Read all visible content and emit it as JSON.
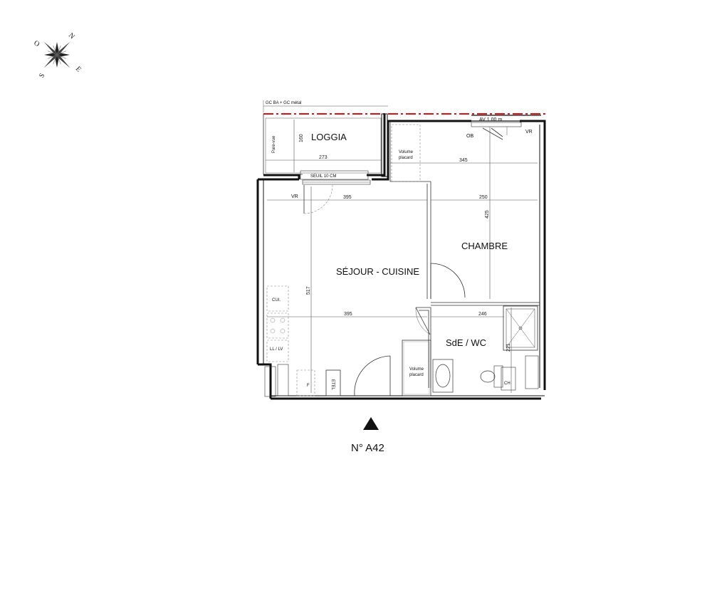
{
  "compass": {
    "n": "N",
    "e": "E",
    "s": "S",
    "o": "O"
  },
  "header_note": "GC BA + GC métal",
  "rooms": {
    "loggia": "LOGGIA",
    "sejour": "SÉJOUR - CUISINE",
    "chambre": "CHAMBRE",
    "sde": "SdE / WC"
  },
  "labels": {
    "pare_vue": "Pare-vue",
    "seuil": "SEUIL 10 CM",
    "av": "AV 1.00 m",
    "ob": "OB",
    "vr_chambre": "VR",
    "vr_sejour": "VR",
    "volume_placard_1_a": "Volume",
    "volume_placard_1_b": "placard",
    "volume_placard_2_a": "Volume",
    "volume_placard_2_b": "placard",
    "cui": "CUI.",
    "ll_lv": "LL / LV",
    "f": "F",
    "etel": "ETEL",
    "ch": "CH"
  },
  "dimensions": {
    "d160": "160",
    "d273": "273",
    "d345": "345",
    "d395_top": "395",
    "d250": "250",
    "d425": "425",
    "d517": "517",
    "d395_bottom": "395",
    "d246": "246",
    "d221": "221"
  },
  "unit": "N° A42"
}
